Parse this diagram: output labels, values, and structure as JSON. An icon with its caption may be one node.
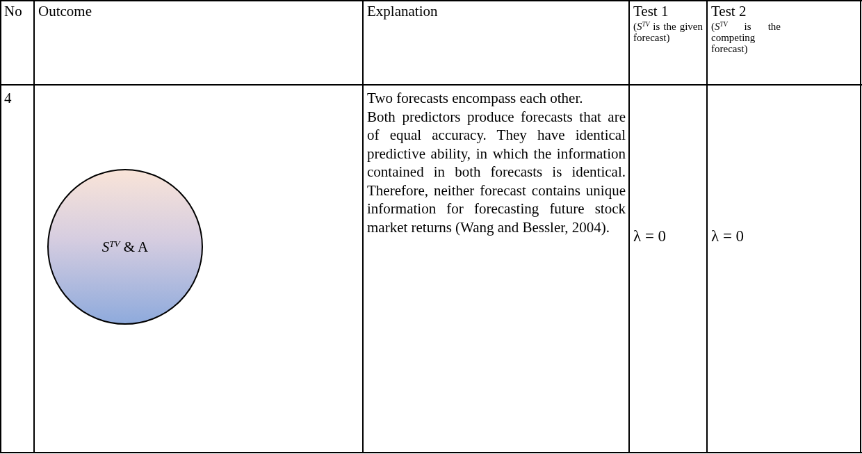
{
  "diagram": {
    "nodes": [
      {
        "text": [
          "*S*$^{TV}$ & A"
        ]
      }
    ],
    "labels": [
      "No",
      "Outcome",
      "Explanation",
      "Test 1",
      "(*S*$^{TV}$ is the given forecast)",
      "Test 2",
      "(*S*$^{TV}$ is the competing forecast)",
      "4",
      "Two forecasts encompass each other.",
      "Both predictors produce forecasts that are of equal accuracy. They have identical predictive ability, in which the information contained in both forecasts is identical. Therefore, neither forecast contains unique information for forecasting future stock market returns (Wang and Bessler, 2004).",
      "λ = 0",
      "λ = 0"
    ]
  }
}
